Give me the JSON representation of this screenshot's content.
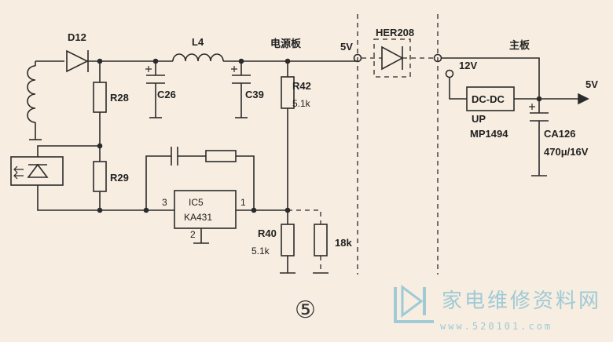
{
  "labels": {
    "d12": "D12",
    "r28": "R28",
    "r29": "R29",
    "l4": "L4",
    "c26": "C26",
    "c39": "C39",
    "power_board": "电源板",
    "r42": "R42",
    "r42_value": "5.1k",
    "v5_left": "5V",
    "her208": "HER208",
    "main_board": "主板",
    "v12": "12V",
    "dcdc": "DC-DC",
    "up": "UP",
    "mp1494": "MP1494",
    "ca126": "CA126",
    "ca126_value": "470μ/16V",
    "v5_out": "5V",
    "ic5": "IC5",
    "ka431": "KA431",
    "pin3": "3",
    "pin1": "1",
    "pin2": "2",
    "r40": "R40",
    "r40_value": "5.1k",
    "r_18k": "18k",
    "figure_number": "⑤"
  },
  "watermark": {
    "text": "家电维修资料网",
    "url": "www.520101.com"
  },
  "colors": {
    "line": "#2b2b2b",
    "paper": "#f7ede1",
    "watermark": "#9fcad6"
  }
}
